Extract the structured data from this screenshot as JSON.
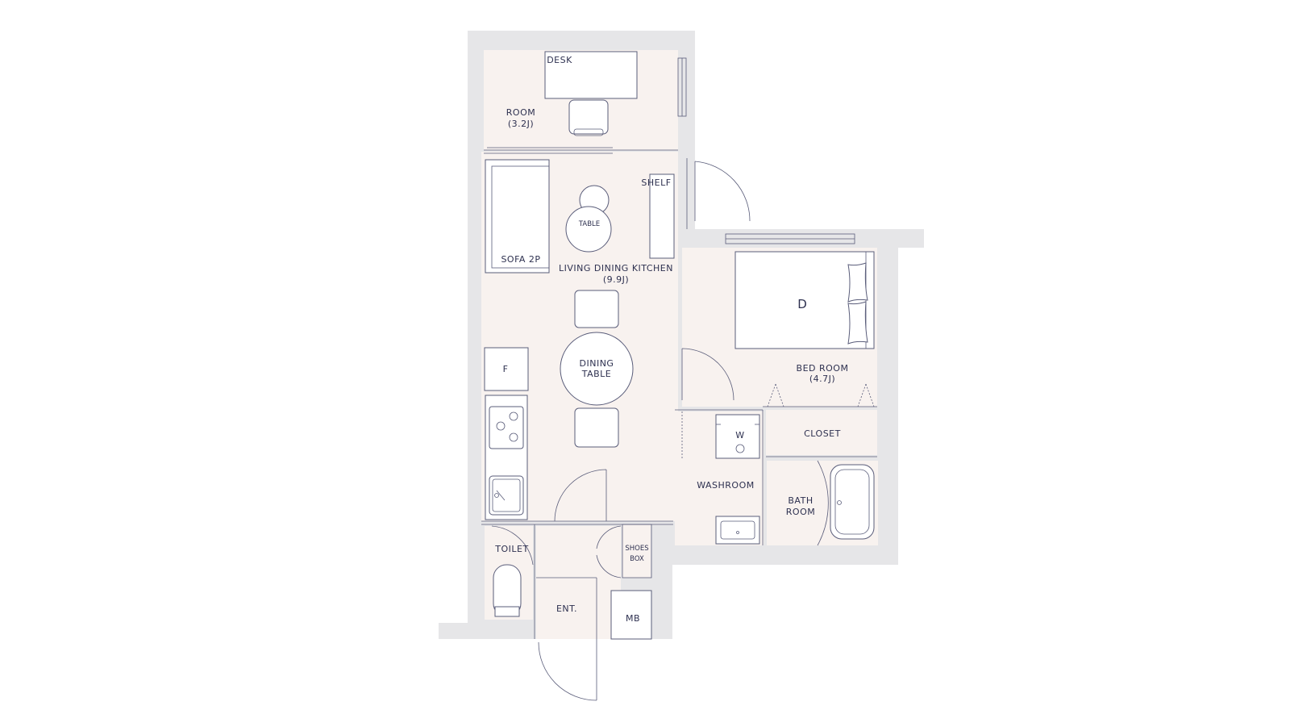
{
  "rooms": {
    "room": {
      "name": "ROOM",
      "size": "(3.2J)"
    },
    "ldk": {
      "name": "LIVING DINING KITCHEN",
      "size": "(9.9J)"
    },
    "bedroom": {
      "name": "BED ROOM",
      "size": "(4.7J)"
    },
    "washroom": {
      "name": "WASHROOM"
    },
    "bathroom": {
      "line1": "BATH",
      "line2": "ROOM"
    },
    "toilet": {
      "name": "TOILET"
    },
    "entrance": {
      "name": "ENT."
    },
    "closet": {
      "name": "CLOSET"
    },
    "mb": {
      "name": "MB"
    },
    "shoes_box": {
      "line1": "SHOES",
      "line2": "BOX"
    }
  },
  "furniture": {
    "desk": "DESK",
    "shelf": "SHELF",
    "table": "TABLE",
    "sofa": "SOFA 2P",
    "dining_table": {
      "line1": "DINING",
      "line2": "TABLE"
    },
    "fridge": "F",
    "washer": "W",
    "bed": "D"
  },
  "colors": {
    "wall": "#e6e6e8",
    "floor": "#f8f2ef",
    "line": "#5a5d7a",
    "text": "#2e3150"
  }
}
